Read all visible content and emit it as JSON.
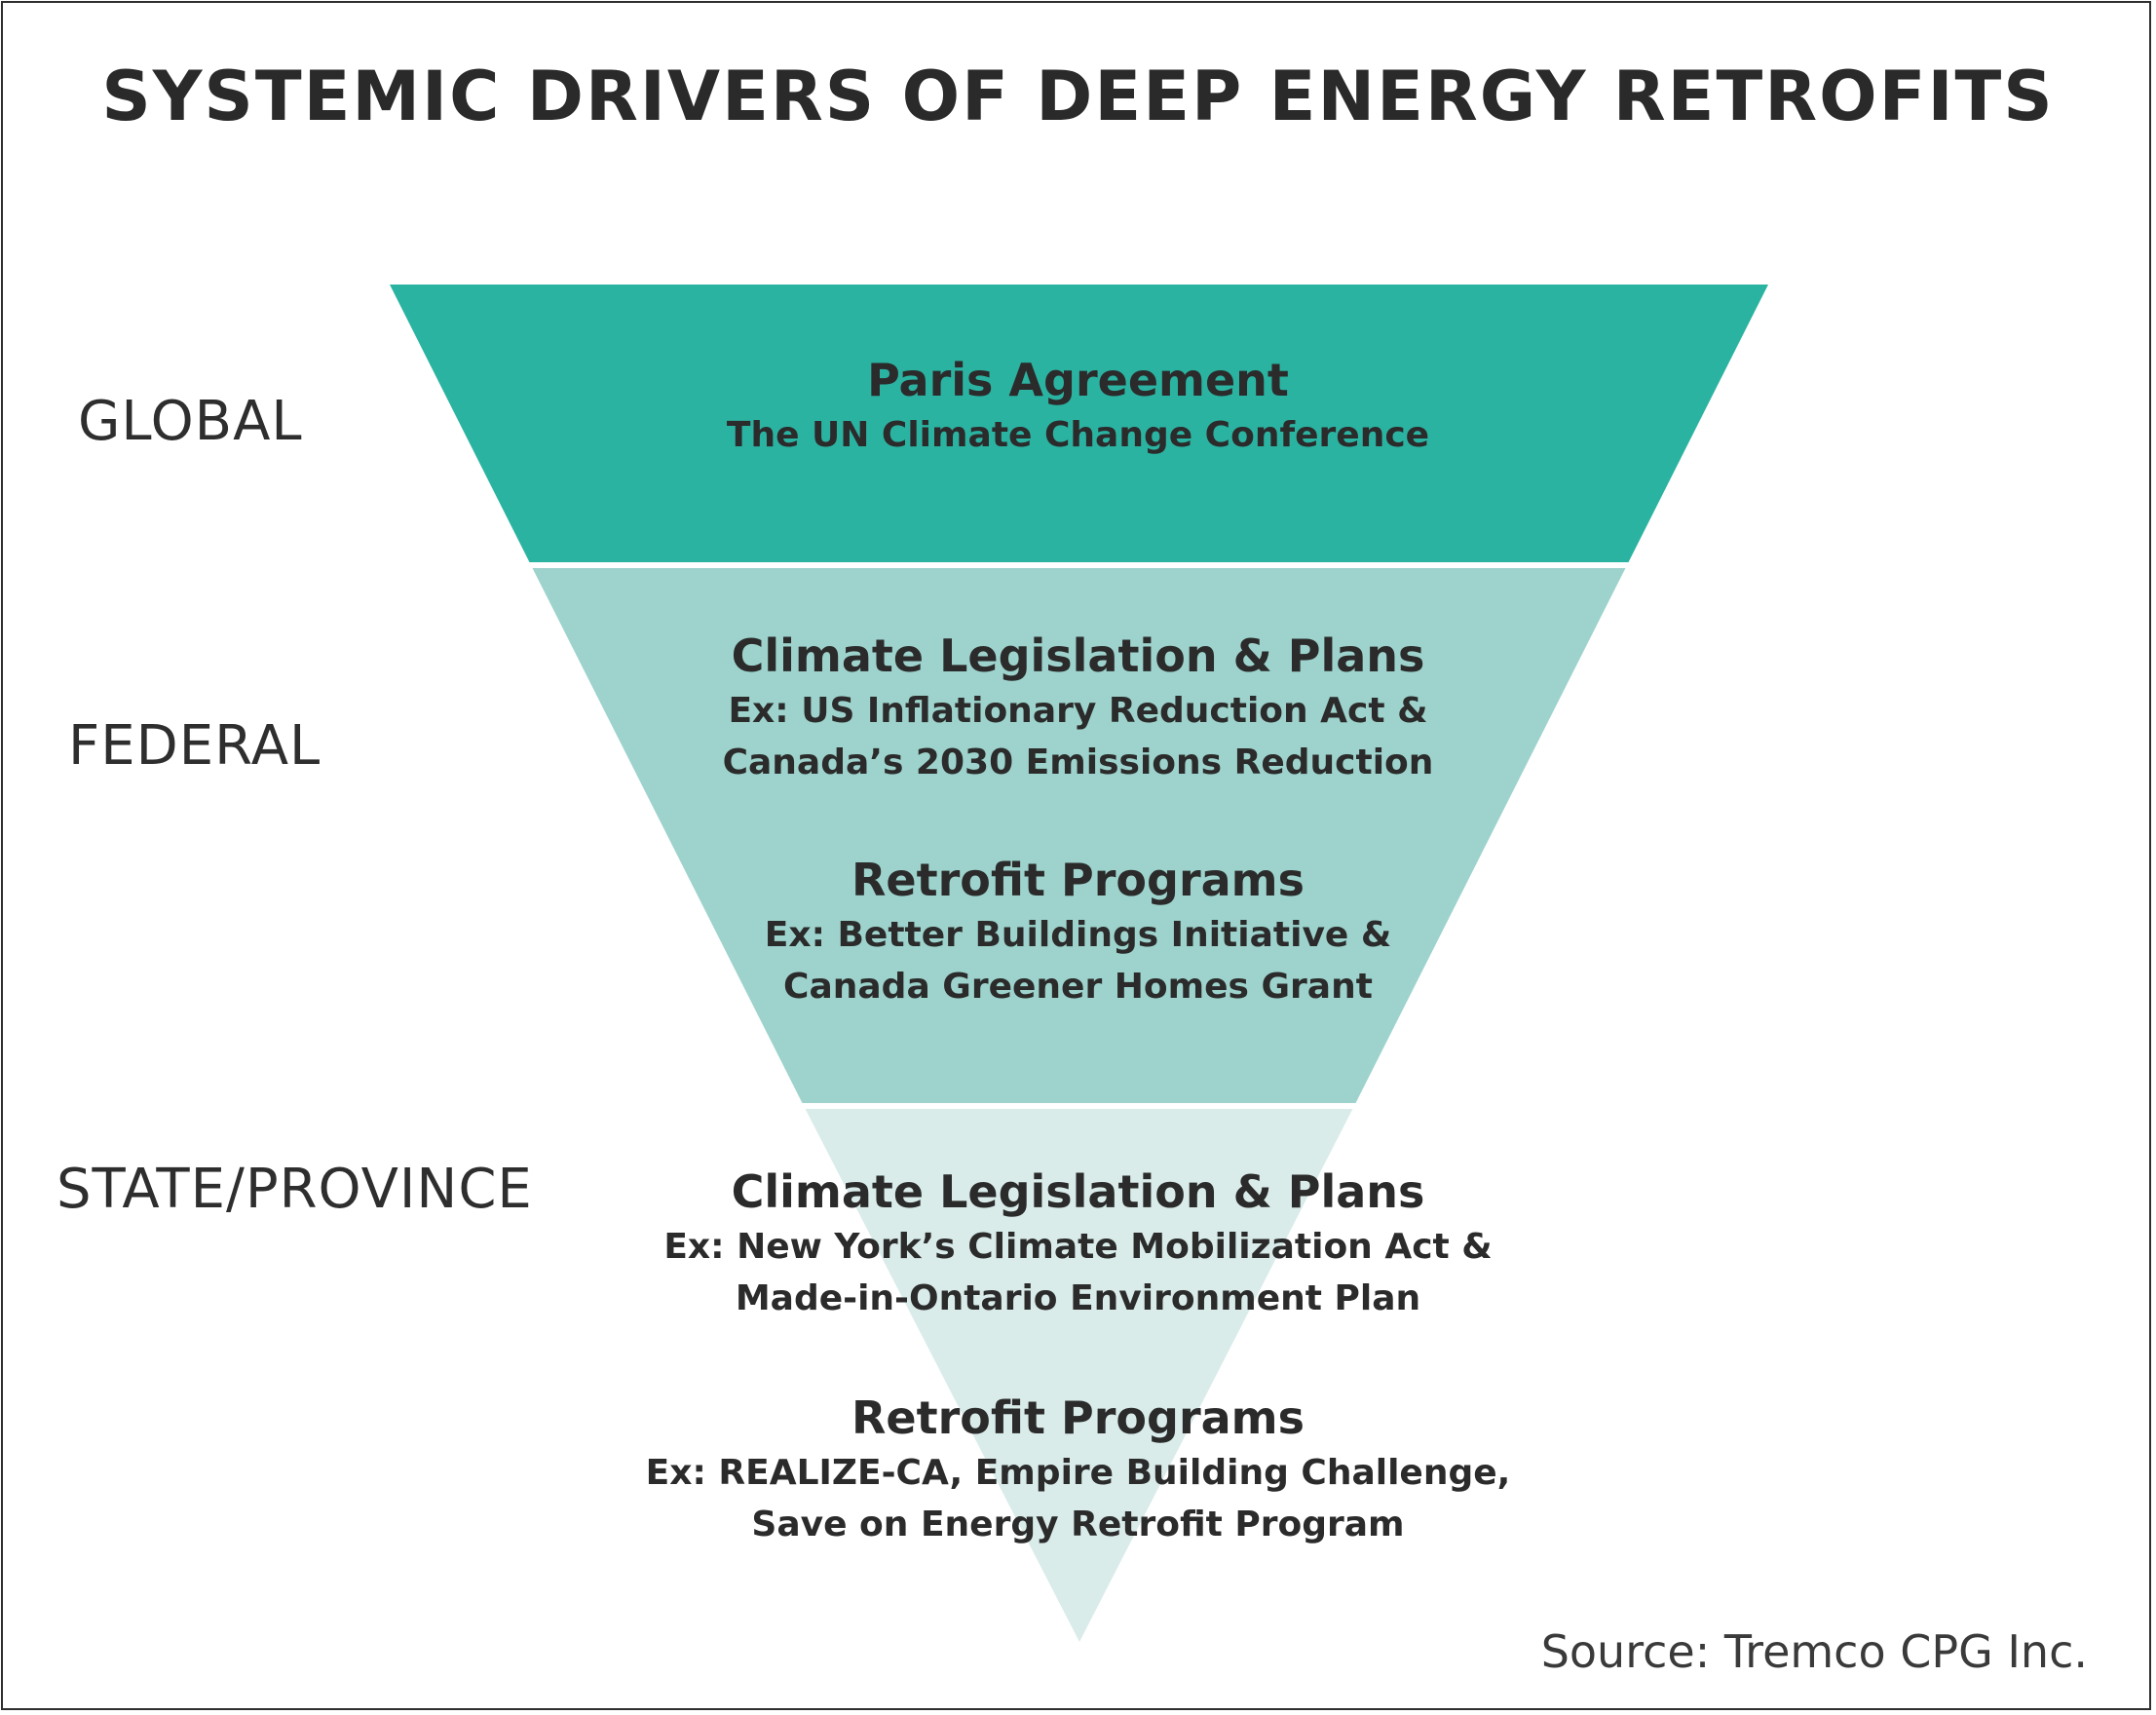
{
  "title": "SYSTEMIC DRIVERS OF DEEP ENERGY RETROFITS",
  "colors": {
    "global": "#2bb3a2",
    "federal": "#9dd3cc",
    "state": "#d9ecea",
    "separator": "#ffffff"
  },
  "levels": {
    "global": "GLOBAL",
    "federal": "FEDERAL",
    "state": "STATE/PROVINCE"
  },
  "global_block": {
    "heading": "Paris Agreement",
    "lines": [
      "The UN Climate Change Conference"
    ]
  },
  "federal_blocks": [
    {
      "heading": "Climate Legislation & Plans",
      "lines": [
        "Ex: US Inflationary Reduction Act &",
        "Canada’s 2030 Emissions Reduction"
      ]
    },
    {
      "heading": "Retrofit Programs",
      "lines": [
        "Ex: Better Buildings Initiative &",
        "Canada Greener Homes Grant"
      ]
    }
  ],
  "state_blocks": [
    {
      "heading": "Climate Legislation & Plans",
      "lines": [
        "Ex: New York’s Climate Mobilization Act &",
        "Made-in-Ontario Environment Plan"
      ]
    },
    {
      "heading": "Retrofit Programs",
      "lines": [
        "Ex: REALIZE-CA, Empire Building Challenge,",
        "Save on Energy Retrofit Program"
      ]
    }
  ],
  "source": "Source: Tremco CPG Inc."
}
